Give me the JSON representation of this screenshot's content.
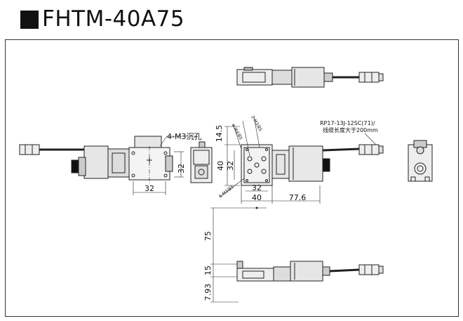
{
  "title": "FHTM-40A75",
  "labels": {
    "m3_counterbore": "4-M3沉孔",
    "cable_connector": "RP17-13J-12SC(71)/",
    "cable_length": "线缆长度大于200mm",
    "hole_2_m3": "2-M3深5",
    "hole_4_m4": "4-M4深5",
    "hole_6_m3": "6-M3深5"
  },
  "dimensions": {
    "d_32_front_h": "32",
    "d_32_front_w": "32",
    "d_14_5": "14.5",
    "d_40_h": "40",
    "d_32_h": "32",
    "d_32_w": "32",
    "d_40_w": "40",
    "d_77_6": "77.6",
    "d_75": "75",
    "d_15": "15",
    "d_7_93": "7.93"
  }
}
